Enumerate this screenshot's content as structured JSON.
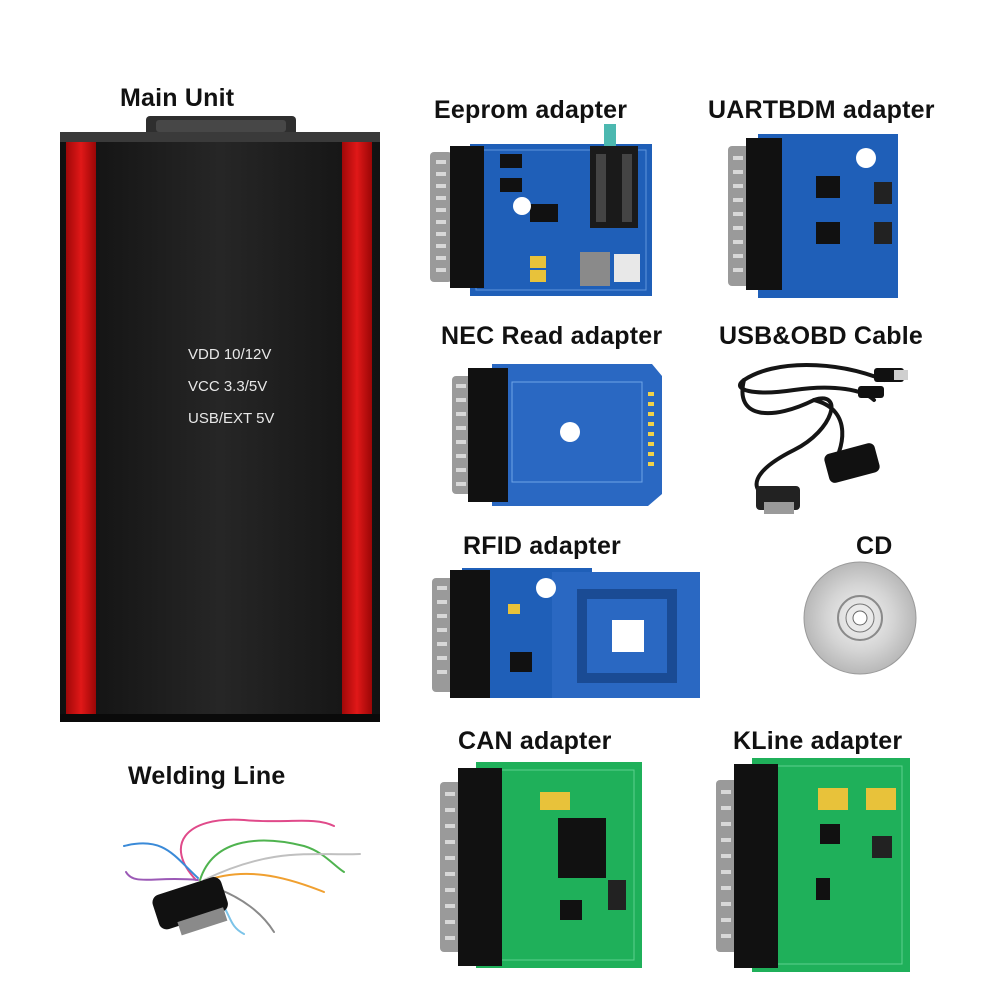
{
  "main_unit": {
    "label": "Main Unit",
    "specs": [
      "VDD 10/12V",
      "VCC 3.3/5V",
      "USB/EXT 5V"
    ]
  },
  "accessories": {
    "eeprom": "Eeprom adapter",
    "uartbdm": "UARTBDM adapter",
    "nec": "NEC Read adapter",
    "usb_obd": "USB&OBD Cable",
    "rfid": "RFID adapter",
    "cd": "CD",
    "can": "CAN adapter",
    "kline": "KLine adapter",
    "welding": "Welding Line"
  },
  "colors": {
    "unit_body": "#1c1c1c",
    "unit_stripe": "#d01010",
    "pcb_blue": "#1f5fb8",
    "pcb_green": "#1fb05a"
  }
}
